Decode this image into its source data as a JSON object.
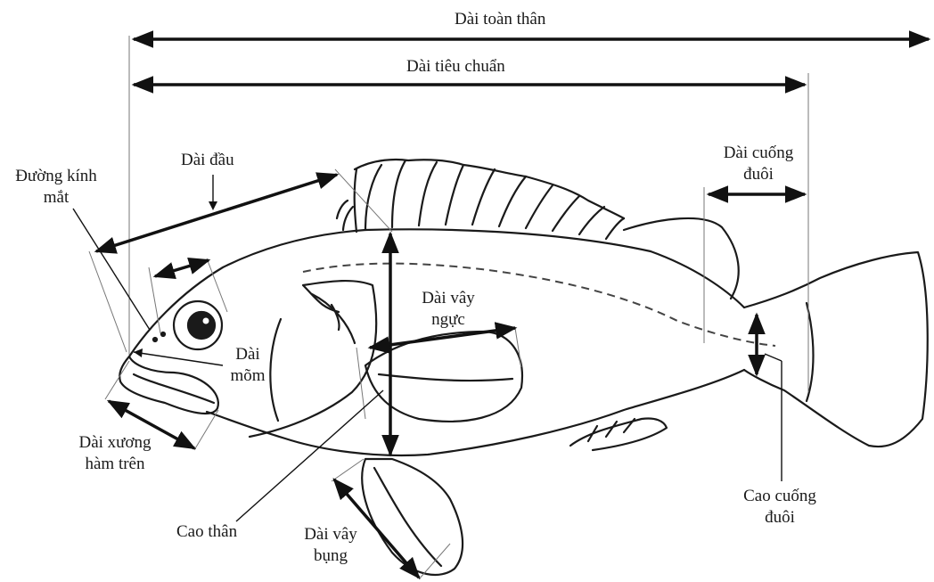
{
  "labels": {
    "total_length": "Dài toàn thân",
    "standard_length": "Dài tiêu chuẩn",
    "head_length": "Dài đầu",
    "eye_diameter_1": "Đường kính",
    "eye_diameter_2": "mắt",
    "peduncle_length_1": "Dài cuống",
    "peduncle_length_2": "đuôi",
    "pectoral_fin_length_1": "Dài vây",
    "pectoral_fin_length_2": "ngực",
    "snout_length_1": "Dài",
    "snout_length_2": "mõm",
    "maxilla_length_1": "Dài xương",
    "maxilla_length_2": "hàm trên",
    "body_depth": "Cao thân",
    "pelvic_fin_length_1": "Dài vây",
    "pelvic_fin_length_2": "bụng",
    "peduncle_depth_1": "Cao cuống",
    "peduncle_depth_2": "đuôi"
  }
}
